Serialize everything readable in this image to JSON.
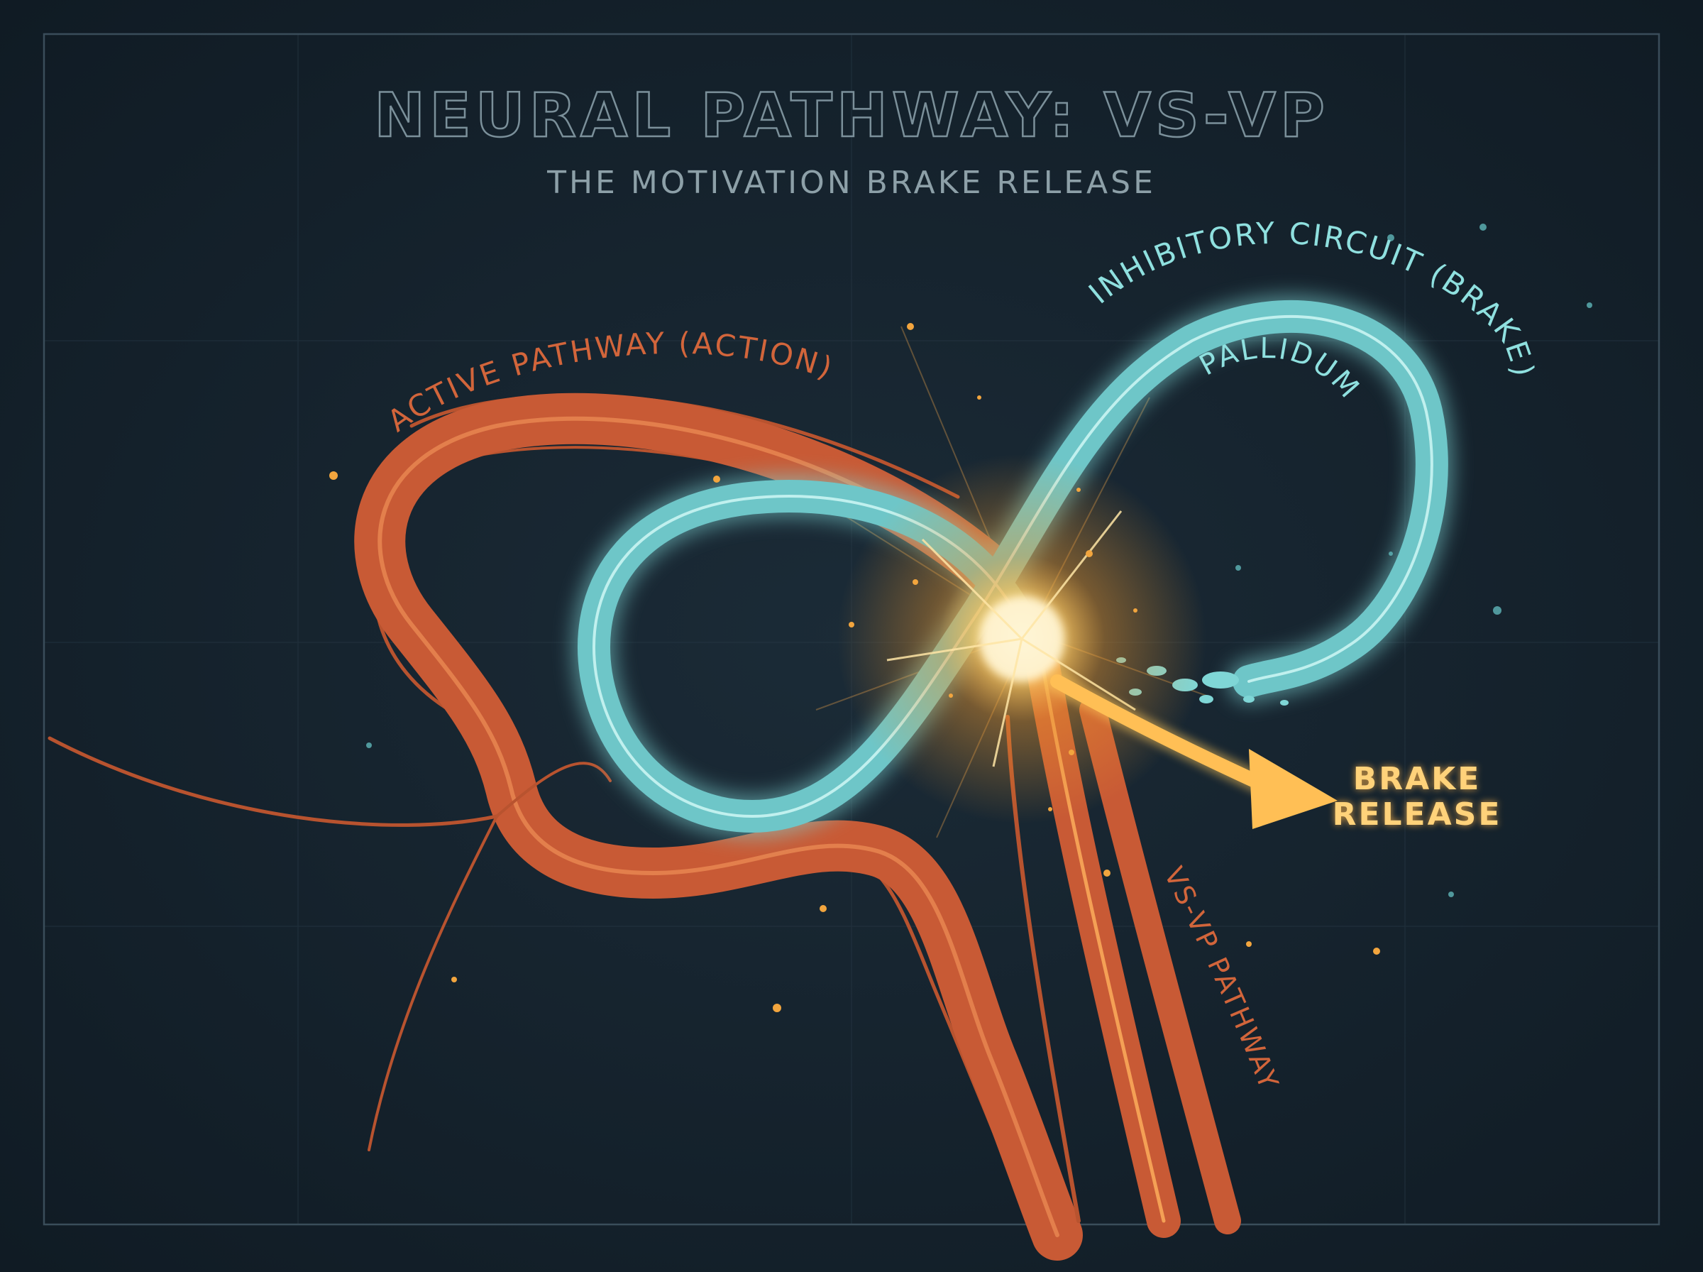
{
  "title": "NEURAL PATHWAY: VS-VP",
  "subtitle": "THE MOTIVATION BRAKE RELEASE",
  "labels": {
    "active": "ACTIVE PATHWAY (ACTION)",
    "inhibitory": "INHIBITORY CIRCUIT (BRAKE)",
    "pallidum": "PALLIDUM",
    "vsvp": "VS-VP PATHWAY",
    "brake_line1": "BRAKE",
    "brake_line2": "RELEASE"
  },
  "colors": {
    "background": "#16232f",
    "active_pathway": "#c85a35",
    "inhibitory_circuit": "#7fd6d6",
    "release_glow": "#ffc85a",
    "title_outline": "#6f8590",
    "subtitle": "#8da0a8"
  },
  "icons": [
    "release-arrow-icon",
    "burst-glow-icon"
  ]
}
